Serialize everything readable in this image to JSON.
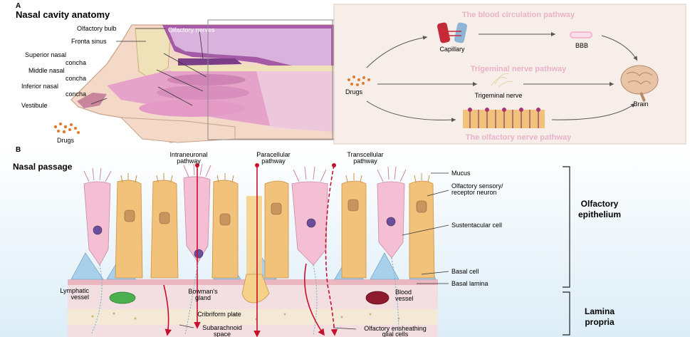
{
  "panel_a": {
    "letter": "A",
    "title": "Nasal cavity anatomy",
    "labels": {
      "olfactory_bulb": "Olfactory bulb",
      "olfactory_nerves": "Olfactory nerves",
      "fronta_sinus": "Fronta sinus",
      "superior_line1": "Superior nasal",
      "superior_line2": "concha",
      "middle_line1": "Middle nasal",
      "middle_line2": "concha",
      "inferior_line1": "Inferior nasal",
      "inferior_line2": "concha",
      "vestibule": "Vestibule",
      "drugs": "Drugs"
    },
    "pathways": {
      "blood_title": "The blood circulation pathway",
      "capillary": "Capillary",
      "bbb": "BBB",
      "trigeminal_title": "Trigeminal nerve pathway",
      "drugs": "Drugs",
      "trigeminal_nerve": "Trigeminal nerve",
      "brain": "Brain",
      "olfactory_title": "The olfactory nerve pathway"
    }
  },
  "panel_b": {
    "letter": "B",
    "title": "Nasal passage",
    "routes": {
      "intraneuronal_1": "Intraneuronal",
      "intraneuronal_2": "pathway",
      "paracellular_1": "Paracellular",
      "paracellular_2": "pathway",
      "transcellular_1": "Transcellular",
      "transcellular_2": "pathway"
    },
    "labels": {
      "mucus": "Mucus",
      "sensory_1": "Olfactory sensory/",
      "sensory_2": "receptor neuron",
      "sustentacular": "Sustentacular cell",
      "basal_cell": "Basal cell",
      "basal_lamina": "Basal lamina",
      "lymphatic_1": "Lymphatic",
      "lymphatic_2": "vessel",
      "bowman_1": "Bowman's",
      "bowman_2": "gland",
      "blood_1": "Blood",
      "blood_2": "vessel",
      "cribriform": "Cribriform plate",
      "subarachnoid_1": "Subarachnoid",
      "subarachnoid_2": "space",
      "ensheathing_1": "Olfactory ensheathing",
      "ensheathing_2": "glial cells"
    },
    "regions": {
      "epithelium_1": "Olfactory",
      "epithelium_2": "epithelium",
      "lamina_1": "Lamina",
      "lamina_2": "propria"
    }
  },
  "colors": {
    "tissue_pink": "#e9a8c6",
    "neuron_pink": "#f4bfd3",
    "sustentacular_yellow": "#f2c27a",
    "basal_blue": "#a8d0ea",
    "red_path": "#c8102e",
    "purple_nucleus": "#6b4f9a",
    "pathway_title_pink": "#e8b3c7",
    "background_blue": "#eaf4fa"
  }
}
